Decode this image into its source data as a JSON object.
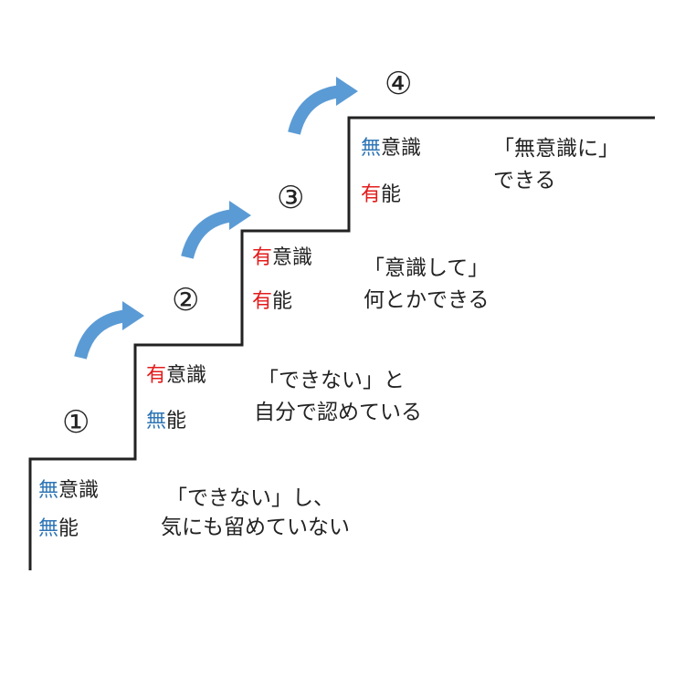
{
  "colors": {
    "line": "#222222",
    "arrow": "#5b9bd5",
    "mu": "#2e75b6",
    "yu": "#e31b1b",
    "text": "#222222"
  },
  "steps": [
    {
      "number": "①",
      "ishiki_prefix": "無",
      "ishiki_rest": "意識",
      "ishiki_prefix_color": "blue",
      "nou_prefix": "無",
      "nou_rest": "能",
      "nou_prefix_color": "blue",
      "desc_line1": "「できない」し、",
      "desc_line2": "気にも留めていない"
    },
    {
      "number": "②",
      "ishiki_prefix": "有",
      "ishiki_rest": "意識",
      "ishiki_prefix_color": "red",
      "nou_prefix": "無",
      "nou_rest": "能",
      "nou_prefix_color": "blue",
      "desc_line1": "「できない」と",
      "desc_line2": "自分で認めている"
    },
    {
      "number": "③",
      "ishiki_prefix": "有",
      "ishiki_rest": "意識",
      "ishiki_prefix_color": "red",
      "nou_prefix": "有",
      "nou_rest": "能",
      "nou_prefix_color": "red",
      "desc_line1": "「意識して」",
      "desc_line2": "何とかできる"
    },
    {
      "number": "④",
      "ishiki_prefix": "無",
      "ishiki_rest": "意識",
      "ishiki_prefix_color": "blue",
      "nou_prefix": "有",
      "nou_rest": "能",
      "nou_prefix_color": "red",
      "desc_line1": "「無意識に」",
      "desc_line2": "できる"
    }
  ]
}
